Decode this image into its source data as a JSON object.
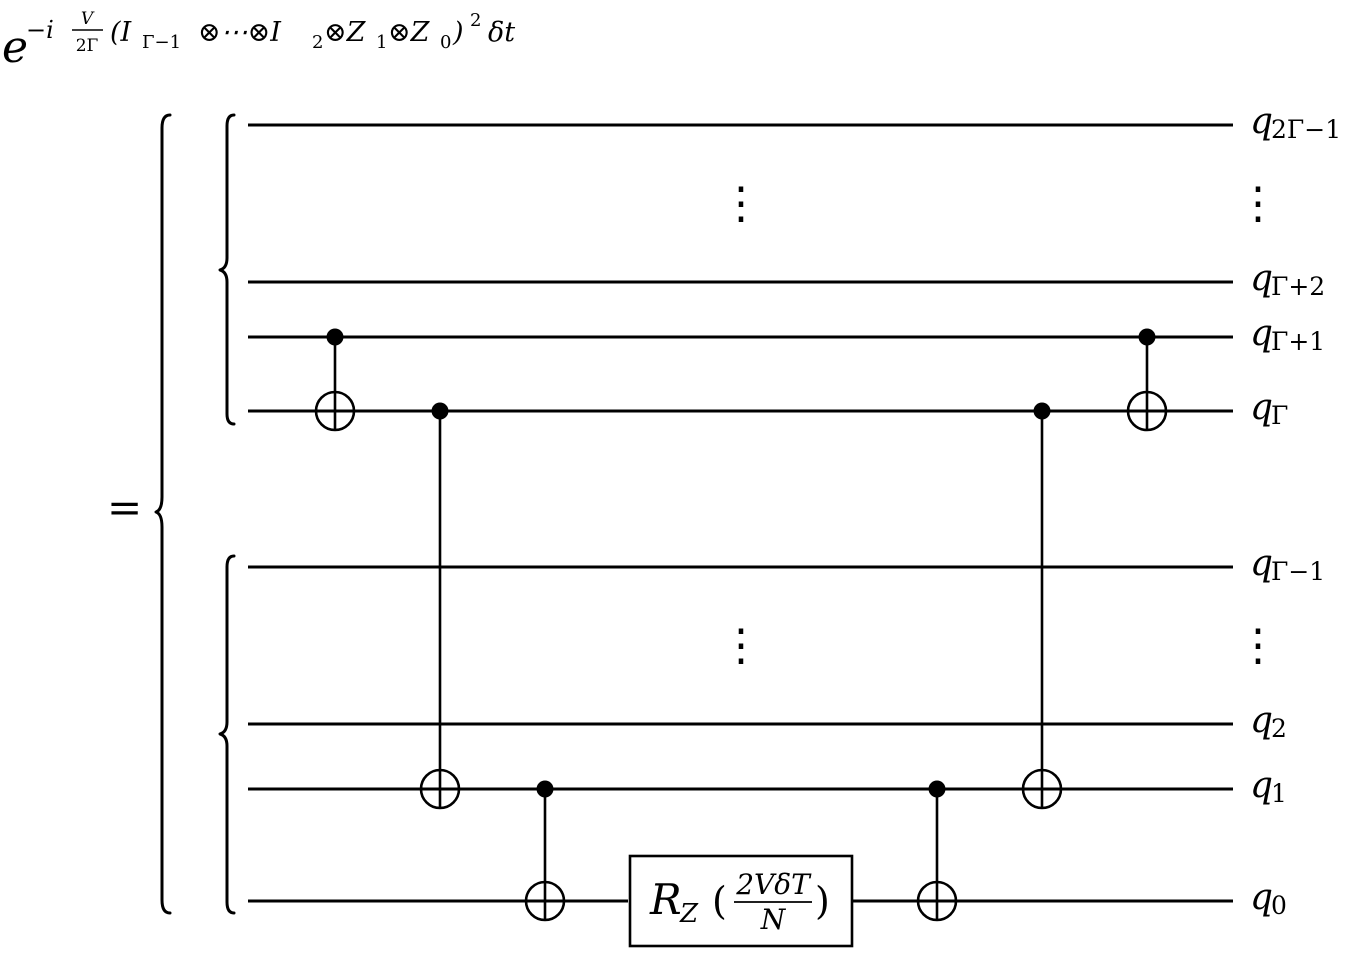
{
  "formula": {
    "base": "e",
    "exp_prefix": "−i",
    "frac_num": "V",
    "frac_den": "2Γ",
    "operator_part1": "(I",
    "operator_sub1": "Γ−1",
    "operator_part2": "⊗⋯⊗I",
    "operator_sub2": "2",
    "operator_part3": "⊗Z",
    "operator_sub3": "1",
    "operator_part4": "⊗Z",
    "operator_sub4": "0",
    "operator_part5": ")",
    "square": "2",
    "suffix": "δt"
  },
  "equals_sign": "=",
  "qubits": [
    {
      "letter": "q",
      "sub": "2Γ−1"
    },
    {
      "letter": "q",
      "sub": "Γ+2"
    },
    {
      "letter": "q",
      "sub": "Γ+1"
    },
    {
      "letter": "q",
      "sub": "Γ"
    },
    {
      "letter": "q",
      "sub": "Γ−1"
    },
    {
      "letter": "q",
      "sub": "2"
    },
    {
      "letter": "q",
      "sub": "1"
    },
    {
      "letter": "q",
      "sub": "0"
    }
  ],
  "ellipsis": "⋮",
  "gates": [
    {
      "type": "cnot",
      "control": "Γ+1",
      "target": "Γ"
    },
    {
      "type": "cnot",
      "control": "Γ",
      "target": "1"
    },
    {
      "type": "cnot",
      "control": "1",
      "target": "0"
    },
    {
      "type": "rz",
      "qubit": "0"
    },
    {
      "type": "cnot",
      "control": "1",
      "target": "0"
    },
    {
      "type": "cnot",
      "control": "Γ",
      "target": "1"
    },
    {
      "type": "cnot",
      "control": "Γ+1",
      "target": "Γ"
    }
  ],
  "rz_gate": {
    "name": "R",
    "sub": "Z",
    "open": "(",
    "num": "2VδT",
    "den": "N",
    "close": ")"
  }
}
